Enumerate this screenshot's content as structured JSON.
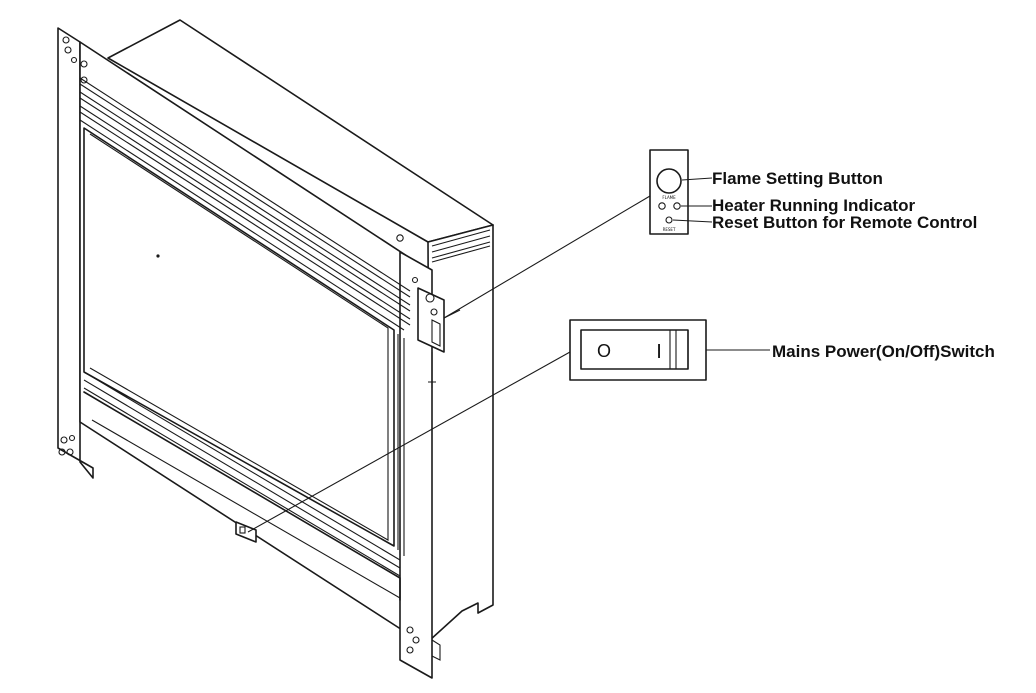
{
  "labels": {
    "flame_setting": "Flame Setting Button",
    "heater_indicator": "Heater Running Indicator",
    "reset_button": "Reset Button for Remote Control",
    "mains_switch": "Mains Power(On/Off)Switch"
  },
  "control_panel": {
    "flame_caption": "FLAME",
    "reset_caption": "RESET"
  },
  "switch_symbols": {
    "off": "O",
    "on": "I"
  },
  "colors": {
    "line": "#1a1a1a",
    "background": "#ffffff"
  }
}
